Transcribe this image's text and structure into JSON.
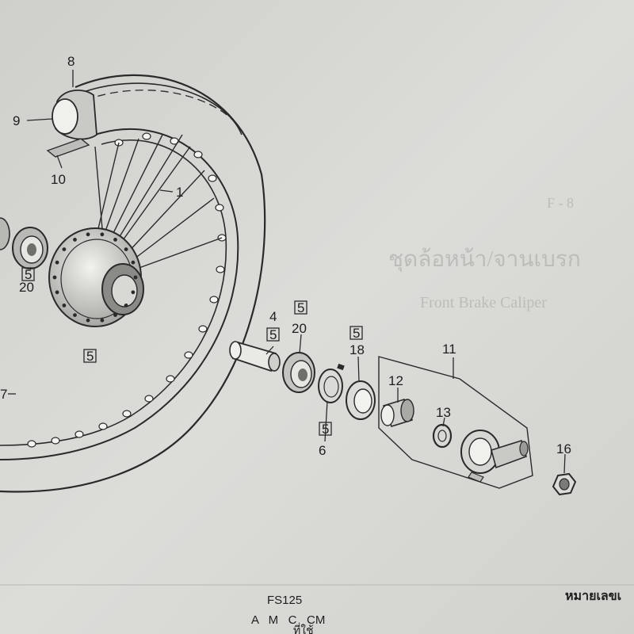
{
  "diagram": {
    "callouts": {
      "c1": "1",
      "c4": "4",
      "c5a": "5",
      "c5b": "5",
      "c5c": "5",
      "c5d": "5",
      "c5e": "5",
      "c6": "6",
      "c7": "7",
      "c8": "8",
      "c9": "9",
      "c10": "10",
      "c11": "11",
      "c12": "12",
      "c13": "13",
      "c16": "16",
      "c18": "18",
      "c20a": "20",
      "c20b": "20"
    }
  },
  "page": {
    "faint_header": "F - 8",
    "faint_thai_title": "ชุดล้อหน้า/จานเบรก",
    "faint_english": "Front Brake Caliper"
  },
  "footer": {
    "model": "FS125",
    "variants": "A   M   C   CM",
    "thai_right": "หมายเลขเ",
    "thai_bottom": "ที่ใช้"
  },
  "colors": {
    "paper": "#d9d9d6",
    "ink": "#2a2a2a",
    "faint_print": "#a9a9a6"
  }
}
